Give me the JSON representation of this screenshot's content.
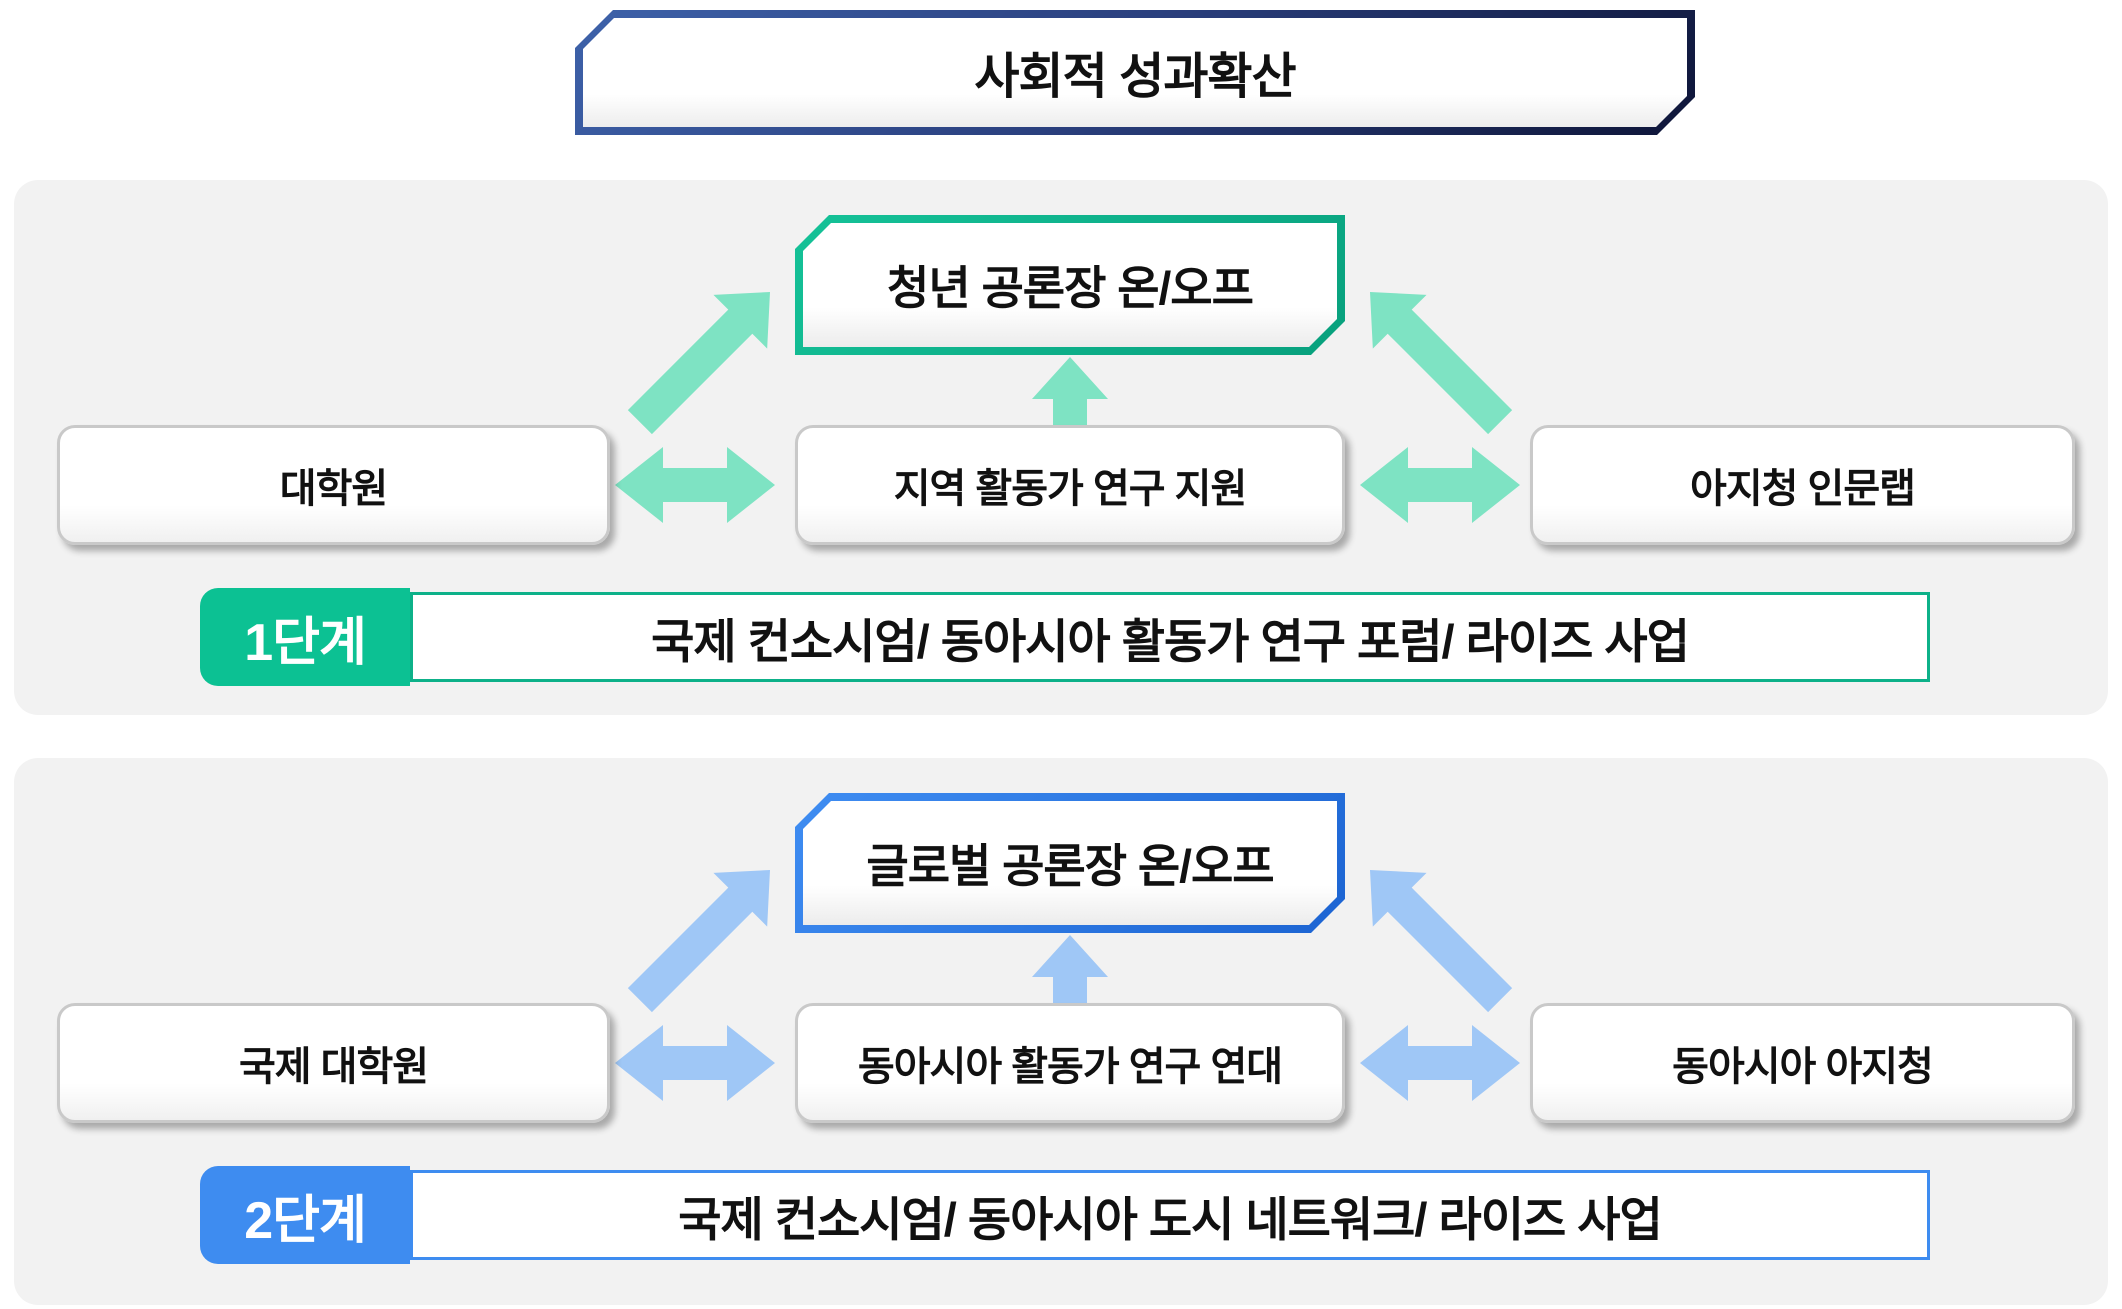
{
  "title": "사회적 성과확산",
  "colors": {
    "panel_bg": "#f2f2f2",
    "title_border_light": "#3e62aa",
    "title_border_dark": "#0e1538",
    "green_border_light": "#15c298",
    "green_border_dark": "#08a07d",
    "green_arrow": "#7ee3c3",
    "green_label": "#0cc193",
    "green_bar_border": "#0db189",
    "blue_border_light": "#3f8df2",
    "blue_border_dark": "#1c64d2",
    "blue_arrow": "#9fc7f6",
    "blue_label": "#3e8cf0",
    "blue_bar_border": "#3e8cf0"
  },
  "sections": [
    {
      "main_box": "청년 공론장 온/오프",
      "left_box": "대학원",
      "center_box": "지역 활동가 연구 지원",
      "right_box": "아지청 인문랩",
      "stage_label": "1단계",
      "stage_text": "국제 컨소시엄/ 동아시아 활동가 연구 포럼/ 라이즈 사업"
    },
    {
      "main_box": "글로벌 공론장 온/오프",
      "left_box": "국제 대학원",
      "center_box": "동아시아 활동가 연구 연대",
      "right_box": "동아시아 아지청",
      "stage_label": "2단계",
      "stage_text": "국제 컨소시엄/ 동아시아 도시 네트워크/ 라이즈 사업"
    }
  ]
}
